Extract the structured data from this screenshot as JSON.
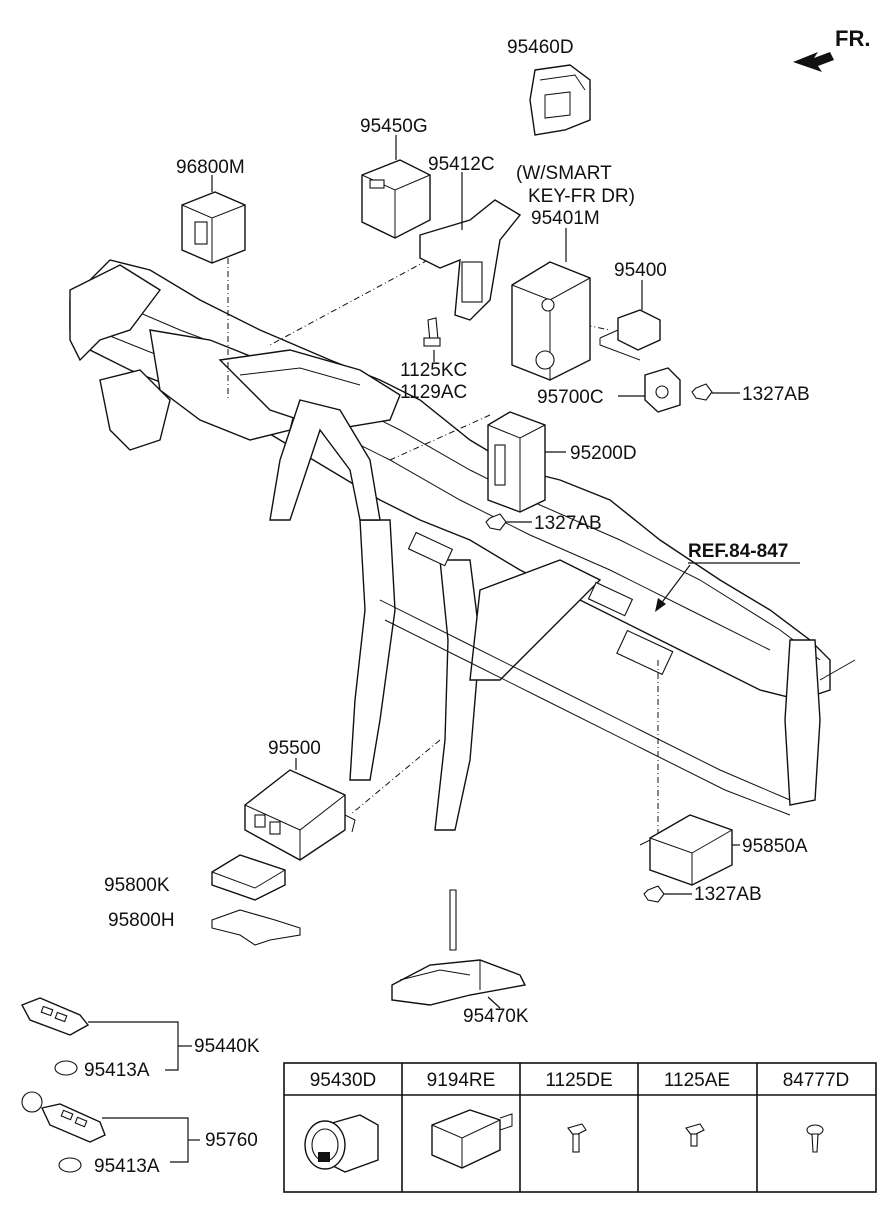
{
  "direction": "FR.",
  "reference": "REF.84-847",
  "labels": {
    "p95460D": "95460D",
    "p95450G": "95450G",
    "p96800M": "96800M",
    "p95412C": "95412C",
    "smart_line1": "(W/SMART",
    "smart_line2": "KEY-FR DR)",
    "p95401M": "95401M",
    "p95400": "95400",
    "p1125KC": "1125KC",
    "p1129AC": "1129AC",
    "p95700C": "95700C",
    "p1327AB_a": "1327AB",
    "p95200D": "95200D",
    "p1327AB_b": "1327AB",
    "p95500": "95500",
    "p95800K": "95800K",
    "p95800H": "95800H",
    "p95850A": "95850A",
    "p1327AB_c": "1327AB",
    "p95470K": "95470K",
    "p95440K": "95440K",
    "p95413A_a": "95413A",
    "p95760": "95760",
    "p95413A_b": "95413A"
  },
  "table": {
    "headers": [
      "95430D",
      "9194RE",
      "1125DE",
      "1125AE",
      "84777D"
    ]
  }
}
